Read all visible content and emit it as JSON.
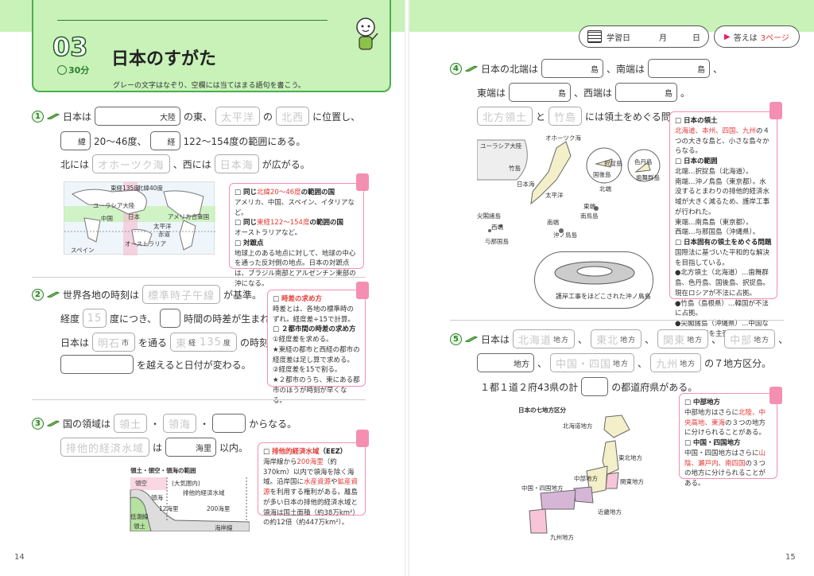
{
  "left": {
    "page_number": "14",
    "lesson_no": "03",
    "title": "日本のすがた",
    "time": "30分",
    "instruction": "グレーの文字はなぞり、空欄には当てはまる語句を書こう。",
    "q1": {
      "no": "1",
      "t1": "日本は",
      "b1": "大陸",
      "t2": "の東、",
      "g1": "太平洋",
      "t3": "の",
      "g2": "北西",
      "t4": "に位置し、",
      "b2": "緯",
      "t5": "20～46度、",
      "b3": "経",
      "t6": "122～154度の範囲にある。",
      "t7": "北には",
      "g3": "オホーツク海",
      "t8": "、西には",
      "g4": "日本海",
      "t9": "が広がる。",
      "map_labels": [
        "東経135度",
        "北緯40度",
        "ユーラシア大陸",
        "中国",
        "日本",
        "アメリカ合衆国",
        "太平洋",
        "赤道",
        "スペイン",
        "オーストラリア"
      ],
      "note": {
        "h1": "同じ",
        "h1r": "北緯20～46度",
        "h1b": "の範囲の国",
        "l1": "アメリカ、中国、スペイン、イタリアなど。",
        "h2": "同じ",
        "h2r": "東経122～154度",
        "h2b": "の範囲の国",
        "l2": "オーストラリアなど。",
        "h3": "対蹠点",
        "l3": "地球上のある地点に対して、地球の中心を通った反対側の地点。日本の対蹠点は、ブラジル南部とアルゼンチン東部の沖になる。"
      }
    },
    "q2": {
      "no": "2",
      "t1": "世界各地の時刻は",
      "g1": "標準時子午線",
      "t2": "が基準。",
      "t3": "経度",
      "g2": "15",
      "t4": "度につき、",
      "t5": "時間の時差が生まれる。",
      "t6": "日本は",
      "g3": "明石",
      "g3s": "市",
      "t7": "を通る",
      "g4a": "東",
      "g4b": "経",
      "g4c": "135",
      "g4d": "度",
      "t8": "の時刻。",
      "t9": "を越えると日付が変わる。",
      "note": {
        "h1": "時差の求め方",
        "l1": "時差とは、各地の標準時のずれ。経度差÷15で計算。",
        "h2": "２都市間の時差の求め方",
        "l2a": "①経度差を求める。",
        "l2b": "★東経の都市と西経の都市の経度差は足し算で求める。",
        "l2c": "②経度差を15で割る。",
        "l2d": "★２都市のうち、東にある都市のほうが時刻が早くなる。"
      }
    },
    "q3": {
      "no": "3",
      "t1": "国の領域は",
      "g1": "領土",
      "g2": "領海",
      "t2": "からなる。",
      "g3": "排他的経済水域",
      "t3": "は",
      "b1": "海里",
      "t4": "以内。",
      "fig_title": "領土・領空・領海の範囲",
      "fig_labels": [
        "領空",
        "領海",
        "(大気圏内)",
        "排他的経済水域",
        "12海里",
        "200海里",
        "低潮線",
        "領土",
        "海岸線"
      ],
      "note": {
        "h1": "排他的経済水域",
        "h1b": "（EEZ）",
        "l1a": "海岸線から",
        "l1r": "200海里",
        "l1b": "（約370km）以内で領海を除く海域。沿岸国に",
        "l1r2": "水産資源",
        "l1c": "や",
        "l1r3": "鉱産資源",
        "l1d": "を利用する権利がある。離島が多い日本の排他的経済水域と領海は国土面積（約38万km²）の約12倍（約447万km²）。"
      }
    }
  },
  "right": {
    "page_number": "15",
    "date_label": "学習日",
    "month_label": "月",
    "day_label": "日",
    "answer_label": "答えは",
    "answer_page": "3ページ",
    "q4": {
      "no": "4",
      "t1": "日本の北端は",
      "b1": "島",
      "t2": "、南端は",
      "b2": "島",
      "t3": "、",
      "t4": "東端は",
      "b3": "島",
      "t5": "、西端は",
      "b4": "島",
      "t6": "。",
      "g1": "北方領土",
      "t7": "と",
      "g2": "竹島",
      "t8": "には領土をめぐる問題。",
      "map_labels": [
        "ユーラシア大陸",
        "オホーツク海",
        "竹島",
        "日本海",
        "国後島",
        "択捉島",
        "色丹島",
        "歯舞群島",
        "尖閣諸島",
        "西端",
        "与那国島",
        "南端",
        "沖ノ鳥島",
        "東端",
        "南鳥島",
        "北端",
        "太平洋"
      ],
      "photo_caption": "護岸工事をほどこされた沖ノ鳥島",
      "note": {
        "h1": "日本の領土",
        "l1r": "北海道、本州、四国、九州",
        "l1": "の４つの大きな島と、小さな島々からなる。",
        "h2": "日本の範囲",
        "l2a": "北端…択捉島（北海道）。",
        "l2b": "南端…沖ノ鳥島（東京都）。水没するとまわりの排他的経済水域が大きく減るため、護岸工事が行われた。",
        "l2c": "東端…南鳥島（東京都）。",
        "l2d": "西端…与那国島（沖縄県）。",
        "h3": "日本固有の領土をめぐる問題",
        "l3a": "国際法に基づいた平和的な解決を目指している。",
        "l3b": "●北方領土（北海道）…歯舞群島、色丹島、国後島、択捉島。現在ロシアが不法に占拠。",
        "l3c": "●竹島（島根県）…韓国が不法に占拠。",
        "l3d": "●尖閣諸島（沖縄県）…中国などが領有権を主張。"
      }
    },
    "q5": {
      "no": "5",
      "t1": "日本は",
      "g1": "北海道",
      "s1": "地方",
      "g2": "東北",
      "s2": "地方",
      "g3": "関東",
      "s3": "地方",
      "g4": "中部",
      "s4": "地方",
      "s5": "地方",
      "g6": "中国・四国",
      "s6": "地方",
      "g7": "九州",
      "s7": "地方",
      "t2": "の７地方区分。",
      "t3": "１都１道２府43県の計",
      "t4": "の都道府県がある。",
      "map_title": "日本の七地方区分",
      "map_labels": [
        "北海道地方",
        "東北地方",
        "関東地方",
        "中部地方",
        "近畿地方",
        "中国・四国地方",
        "九州地方"
      ],
      "note": {
        "h1": "中部地方",
        "l1a": "中部地方はさらに",
        "l1r": "北陸、中央高地、東海",
        "l1b": "の３つの地方に分けられることがある。",
        "h2": "中国・四国地方",
        "l2a": "中国・四国地方はさらに",
        "l2r": "山陰、瀬戸内、南四国",
        "l2b": "の３つの地方に分けられることがある。"
      }
    }
  }
}
